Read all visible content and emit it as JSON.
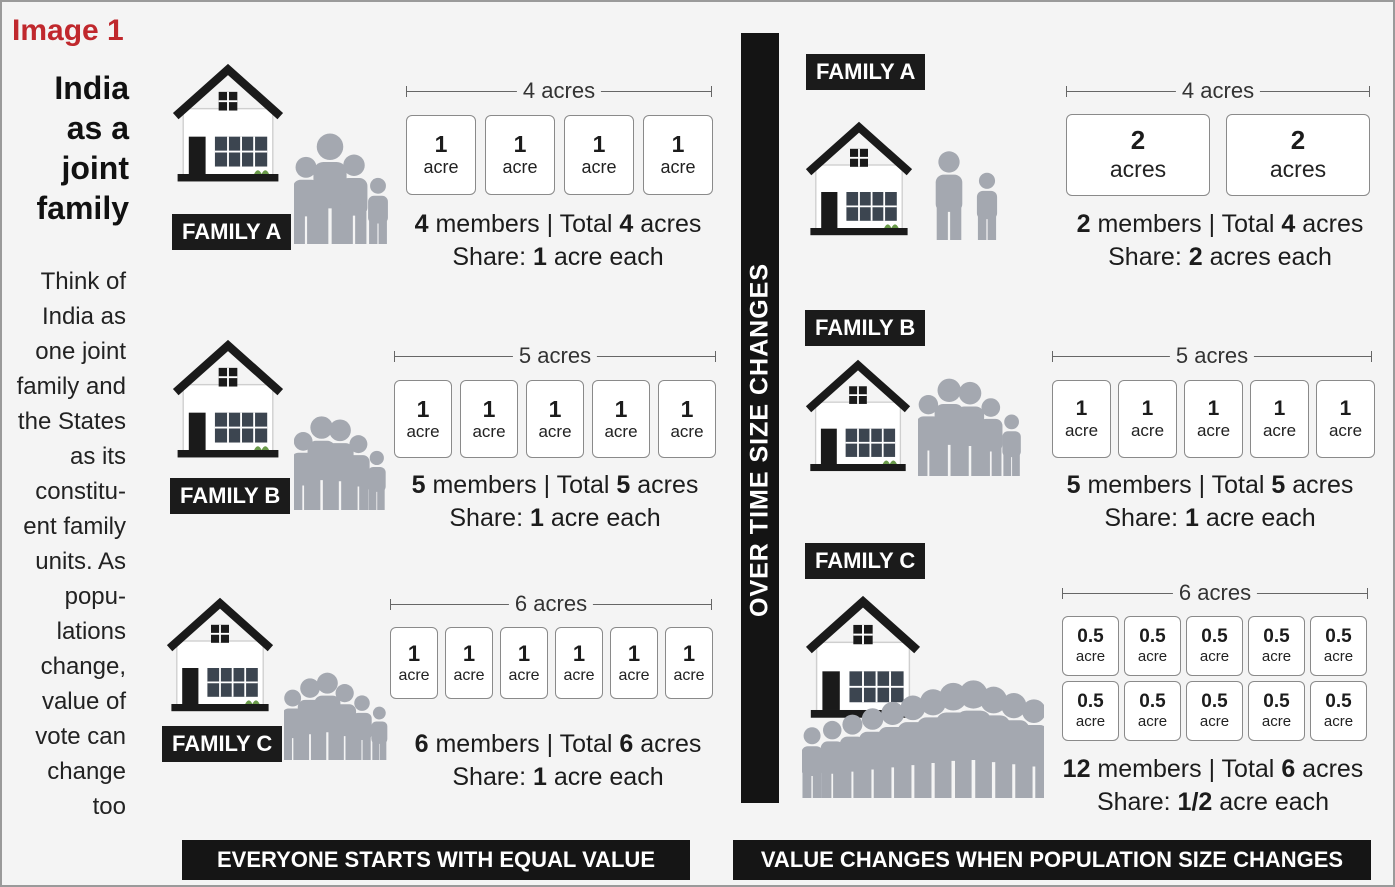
{
  "image_tag": "Image 1",
  "title_lines": [
    "India",
    "as a",
    "joint",
    "family"
  ],
  "intro_lines": [
    "Think of",
    "India as",
    "one joint",
    "family and",
    "the States",
    "as its",
    "constitu-",
    "ent family",
    "units. As",
    "popu-",
    "lations",
    "change,",
    "value of",
    "vote can",
    "change",
    "too"
  ],
  "divider_label": "OVER TIME SIZE CHANGES",
  "footer_left": "EVERYONE STARTS WITH EQUAL VALUE",
  "footer_right": "VALUE CHANGES WHEN POPULATION SIZE CHANGES",
  "summary_words": {
    "members": "members",
    "sep": "|",
    "total": "Total",
    "share": "Share:",
    "each": "each"
  },
  "colors": {
    "icon_gray": "#a4a8b0",
    "label_bg": "#1b1b1b"
  },
  "left_families": [
    {
      "label": "FAMILY A",
      "total_label": "4 acres",
      "members": "4",
      "total": "4",
      "total_unit": "acres",
      "share": "1",
      "share_unit": "acre",
      "people_count": 4,
      "plots": [
        {
          "value": "1",
          "unit": "acre"
        },
        {
          "value": "1",
          "unit": "acre"
        },
        {
          "value": "1",
          "unit": "acre"
        },
        {
          "value": "1",
          "unit": "acre"
        }
      ]
    },
    {
      "label": "FAMILY B",
      "total_label": "5 acres",
      "members": "5",
      "total": "5",
      "total_unit": "acres",
      "share": "1",
      "share_unit": "acre",
      "people_count": 5,
      "plots": [
        {
          "value": "1",
          "unit": "acre"
        },
        {
          "value": "1",
          "unit": "acre"
        },
        {
          "value": "1",
          "unit": "acre"
        },
        {
          "value": "1",
          "unit": "acre"
        },
        {
          "value": "1",
          "unit": "acre"
        }
      ]
    },
    {
      "label": "FAMILY C",
      "total_label": "6 acres",
      "members": "6",
      "total": "6",
      "total_unit": "acres",
      "share": "1",
      "share_unit": "acre",
      "people_count": 6,
      "plots": [
        {
          "value": "1",
          "unit": "acre"
        },
        {
          "value": "1",
          "unit": "acre"
        },
        {
          "value": "1",
          "unit": "acre"
        },
        {
          "value": "1",
          "unit": "acre"
        },
        {
          "value": "1",
          "unit": "acre"
        },
        {
          "value": "1",
          "unit": "acre"
        }
      ]
    }
  ],
  "right_families": [
    {
      "label": "FAMILY A",
      "total_label": "4 acres",
      "members": "2",
      "total": "4",
      "total_unit": "acres",
      "share": "2",
      "share_unit": "acres",
      "people_count": 2,
      "plots": [
        {
          "value": "2",
          "unit": "acres"
        },
        {
          "value": "2",
          "unit": "acres"
        }
      ]
    },
    {
      "label": "FAMILY B",
      "total_label": "5 acres",
      "members": "5",
      "total": "5",
      "total_unit": "acres",
      "share": "1",
      "share_unit": "acre",
      "people_count": 5,
      "plots": [
        {
          "value": "1",
          "unit": "acre"
        },
        {
          "value": "1",
          "unit": "acre"
        },
        {
          "value": "1",
          "unit": "acre"
        },
        {
          "value": "1",
          "unit": "acre"
        },
        {
          "value": "1",
          "unit": "acre"
        }
      ]
    },
    {
      "label": "FAMILY C",
      "total_label": "6 acres",
      "members": "12",
      "total": "6",
      "total_unit": "acres",
      "share": "1/2",
      "share_unit": "acre",
      "people_count": 12,
      "plots": [
        {
          "value": "0.5",
          "unit": "acre"
        },
        {
          "value": "0.5",
          "unit": "acre"
        },
        {
          "value": "0.5",
          "unit": "acre"
        },
        {
          "value": "0.5",
          "unit": "acre"
        },
        {
          "value": "0.5",
          "unit": "acre"
        },
        {
          "value": "0.5",
          "unit": "acre"
        },
        {
          "value": "0.5",
          "unit": "acre"
        },
        {
          "value": "0.5",
          "unit": "acre"
        },
        {
          "value": "0.5",
          "unit": "acre"
        },
        {
          "value": "0.5",
          "unit": "acre"
        }
      ]
    }
  ]
}
